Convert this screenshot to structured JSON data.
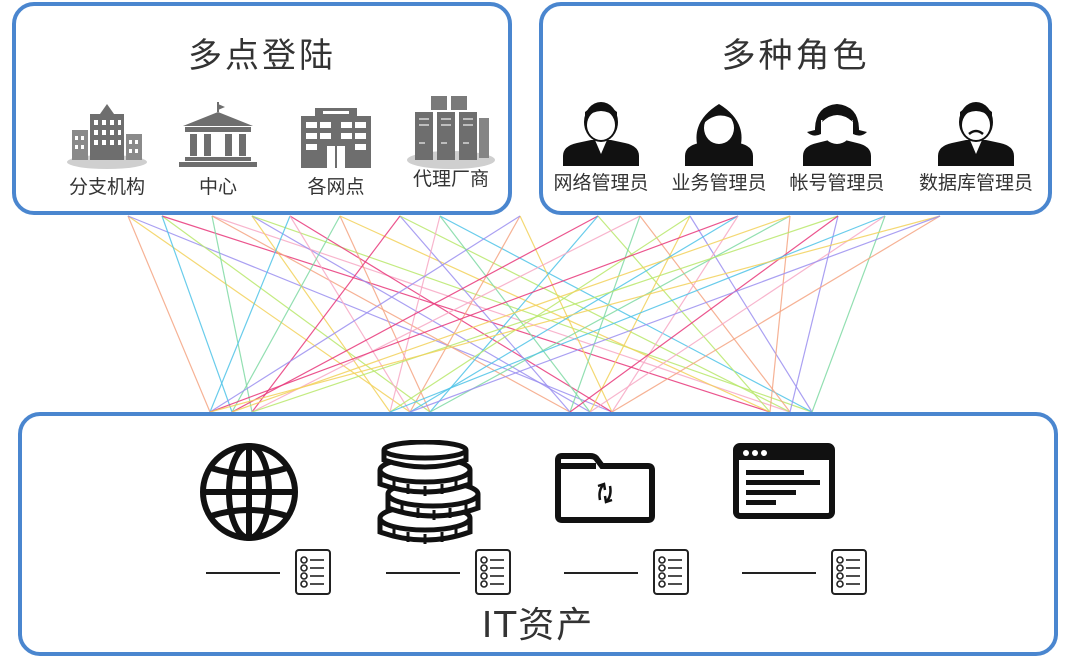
{
  "login": {
    "title": "多点登陆",
    "items": [
      {
        "label": "分支机构",
        "icon": "office-buildings-icon"
      },
      {
        "label": "中心",
        "icon": "government-building-icon"
      },
      {
        "label": "各网点",
        "icon": "office-block-icon"
      },
      {
        "label": "代理厂商",
        "icon": "server-rack-icon"
      }
    ]
  },
  "roles": {
    "title": "多种角色",
    "items": [
      {
        "label": "网络管理员",
        "icon": "male-user-icon"
      },
      {
        "label": "业务管理员",
        "icon": "female-user-icon"
      },
      {
        "label": "帐号管理员",
        "icon": "female-user-icon"
      },
      {
        "label": "数据库管理员",
        "icon": "sad-user-icon"
      }
    ]
  },
  "assets": {
    "title": "IT资产",
    "items": [
      {
        "icon": "globe-icon"
      },
      {
        "icon": "database-stack-icon"
      },
      {
        "icon": "shared-folder-icon"
      },
      {
        "icon": "terminal-window-icon"
      }
    ]
  },
  "colors": {
    "border": "#4a86cf",
    "link_colors": [
      "#f4a582",
      "#f2d15a",
      "#9b8ff0",
      "#b8e86b",
      "#e8377a",
      "#4fc3e8",
      "#f7a8c4",
      "#7fd9a3"
    ]
  }
}
